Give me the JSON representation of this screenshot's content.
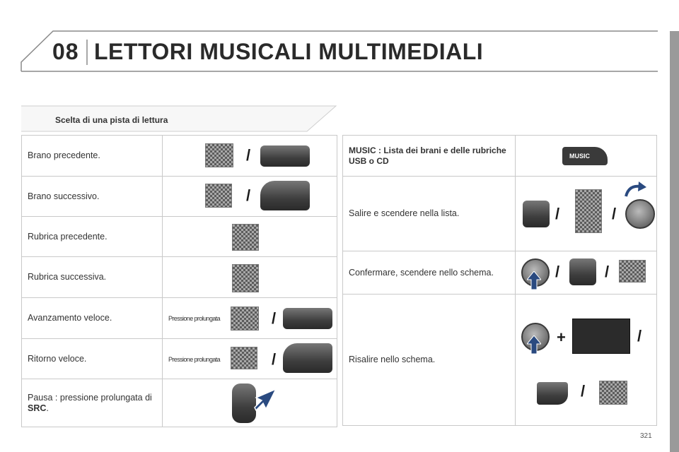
{
  "header": {
    "chapter": "08",
    "title": "LETTORI MUSICALI MULTIMEDIALI"
  },
  "section": {
    "title": "Scelta di una pista di lettura"
  },
  "left_rows": [
    {
      "label": "Brano precedente.",
      "note": ""
    },
    {
      "label": "Brano successivo.",
      "note": ""
    },
    {
      "label": "Rubrica precedente.",
      "note": ""
    },
    {
      "label": "Rubrica successiva.",
      "note": ""
    },
    {
      "label": "Avanzamento veloce.",
      "note": "Pressione prolungata"
    },
    {
      "label": "Ritorno veloce.",
      "note": "Pressione prolungata"
    },
    {
      "label": "Pausa : pressione prolungata di",
      "label_bold": "SRC",
      "label_end": "."
    }
  ],
  "right_rows": [
    {
      "label": "MUSIC : Lista dei brani e delle rubriche USB o CD",
      "badge": "MUSIC"
    },
    {
      "label": "Salire e scendere nella lista."
    },
    {
      "label": "Confermare, scendere nello schema."
    },
    {
      "label": "Risalire nello schema."
    }
  ],
  "symbols": {
    "or": "/",
    "and": "+"
  },
  "colors": {
    "accent_arrow": "#2a4a80",
    "border": "#c9c9c9",
    "side_bar": "#9a9a9a"
  },
  "icons": [
    "steering-button-icon",
    "steering-control-icon",
    "selector-knob-icon",
    "back-button-icon",
    "display-screen-icon",
    "arrow-icon"
  ],
  "page_number": "321"
}
